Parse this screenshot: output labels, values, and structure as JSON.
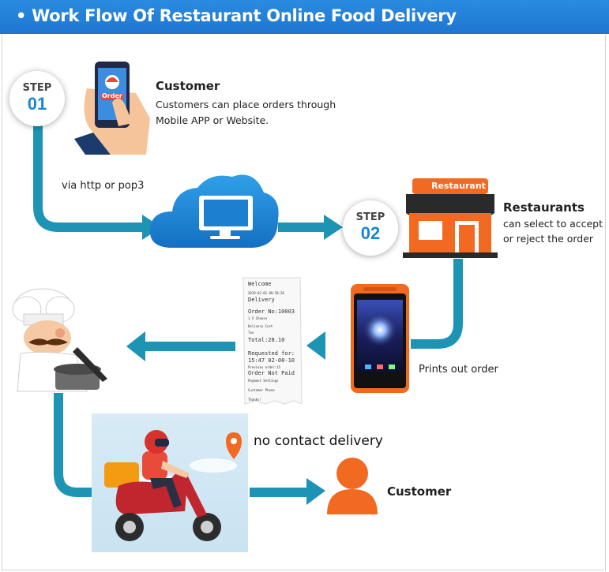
{
  "header": {
    "title": "• Work Flow Of  Restaurant Online Food Delivery"
  },
  "step1": {
    "label": "STEP",
    "number": "01",
    "title": "Customer",
    "desc_line1": "Customers can place orders through",
    "desc_line2": "Mobile APP or Website.",
    "phone_text": "Order"
  },
  "via_text": "via http or pop3",
  "step2": {
    "label": "STEP",
    "number": "02",
    "title": "Restaurants",
    "desc_line1": "can select to accept",
    "desc_line2": "or reject the order",
    "sign": "Restaurant"
  },
  "prints_text": "Prints out order",
  "receipt": {
    "lines": [
      "Welcome",
      "2019-02-01 09:58:26",
      "Delivery",
      "Order No:10003",
      "1 X Cheese",
      "Delivery Cost",
      "Tax",
      "Total:28.10",
      "Requested for:",
      "15:47 02-08-10",
      "Previous order:15",
      "Order Not Paid",
      "Payment Settings",
      "Customer Phone",
      "Thanks!"
    ]
  },
  "delivery_text": "no contact delivery",
  "final_customer": "Customer",
  "colors": {
    "header": "#2a8be0",
    "teal": "#1e94b4",
    "orange": "#f26a21",
    "cloud": "#1d88d6"
  }
}
